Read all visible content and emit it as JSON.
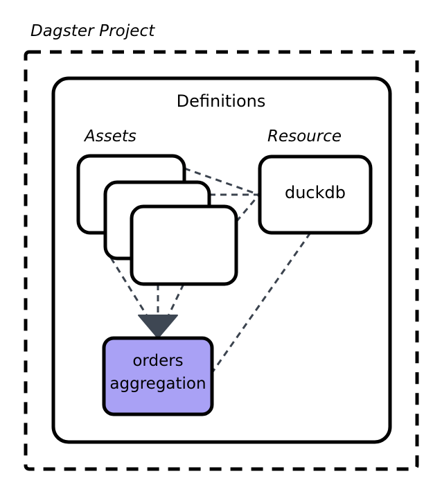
{
  "diagram": {
    "title": "Dagster Project",
    "container": {
      "label": "Definitions",
      "border_style": "solid",
      "outer_border_style": "dashed"
    },
    "groups": [
      {
        "name": "assets-group",
        "label": "Assets"
      },
      {
        "name": "resource-group",
        "label": "Resource"
      }
    ],
    "nodes": {
      "asset_cards": [
        {
          "name": "asset-card-1",
          "label": ""
        },
        {
          "name": "asset-card-2",
          "label": ""
        },
        {
          "name": "asset-card-3",
          "label": ""
        }
      ],
      "resource": {
        "name": "duckdb-node",
        "label": "duckdb"
      },
      "downstream": {
        "name": "orders-aggregation-node",
        "line1": "orders",
        "line2": "aggregation",
        "fill": "#a9a1f5"
      }
    },
    "edges": {
      "style": "dashed",
      "color": "#3b434e",
      "arrowhead": "diamond-chevron",
      "arrowhead_color": "#3e4753",
      "connections": [
        "asset-card-1 -> duckdb",
        "asset-card-2 -> duckdb",
        "asset-card-3 -> duckdb",
        "asset-card-1 -> orders aggregation",
        "asset-card-2 -> orders aggregation",
        "asset-card-3 -> orders aggregation",
        "duckdb -> orders aggregation"
      ]
    },
    "colors": {
      "stroke": "#000000",
      "node_fill": "#ffffff",
      "accent": "#a9a1f5",
      "edge": "#3b434e",
      "background": "#ffffff"
    }
  }
}
